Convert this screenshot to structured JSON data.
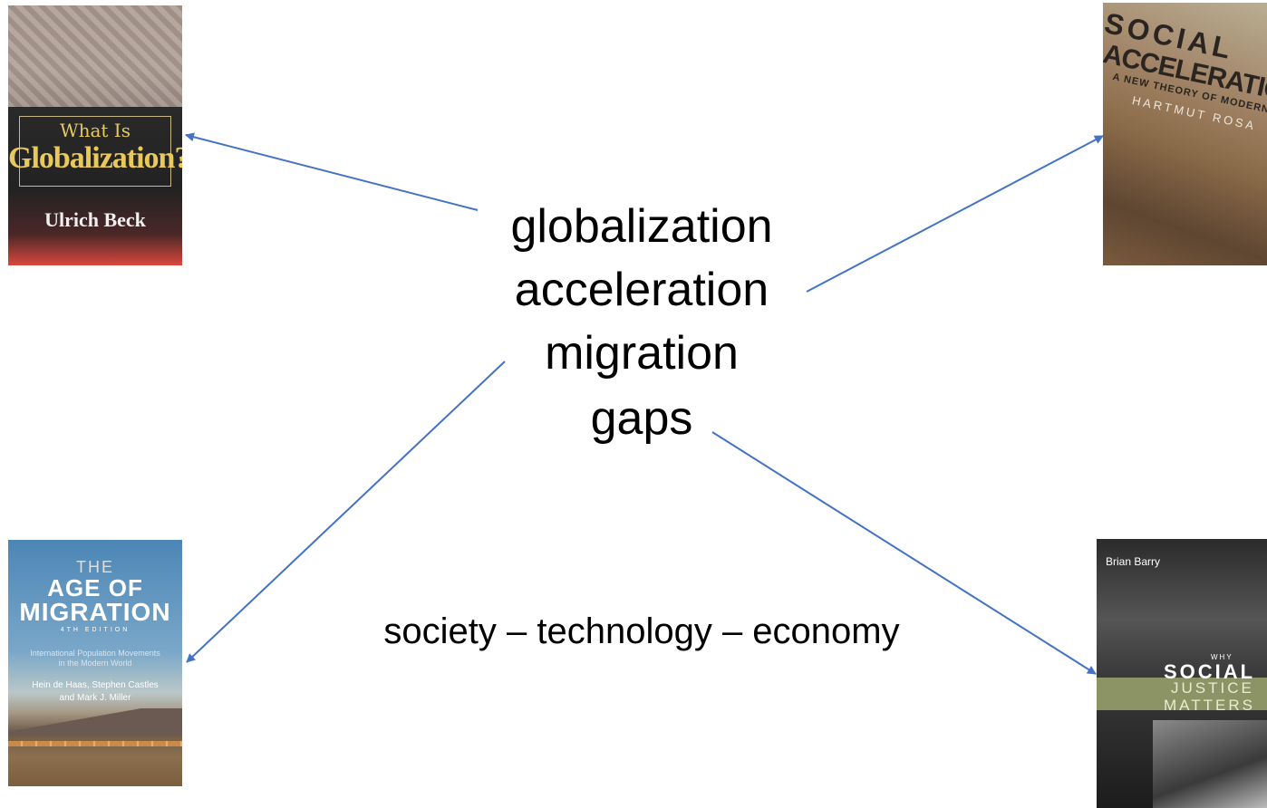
{
  "concepts": [
    "globalization",
    "acceleration",
    "migration",
    "gaps"
  ],
  "subtitle": "society – technology – economy",
  "arrow_color": "#4472C4",
  "books": {
    "beck": {
      "title_line1": "What Is",
      "title_line2": "Globalization?",
      "author": "Ulrich Beck"
    },
    "rosa": {
      "title_line1": "SOCIAL",
      "title_line2": "ACCELERATION",
      "subtitle": "A NEW THEORY OF MODERNITY",
      "author": "HARTMUT ROSA"
    },
    "migration": {
      "pre_title": "THE",
      "title_line1": "AGE OF",
      "title_line2": "MIGRATION",
      "edition": "4TH EDITION",
      "subtitle": "International Population Movements in the Modern World",
      "authors": "Hein de Haas, Stephen Castles and Mark J. Miller"
    },
    "barry": {
      "author": "Brian Barry",
      "word1": "WHY",
      "word2": "SOCIAL",
      "word3": "JUSTICE",
      "word4": "MATTERS"
    }
  }
}
